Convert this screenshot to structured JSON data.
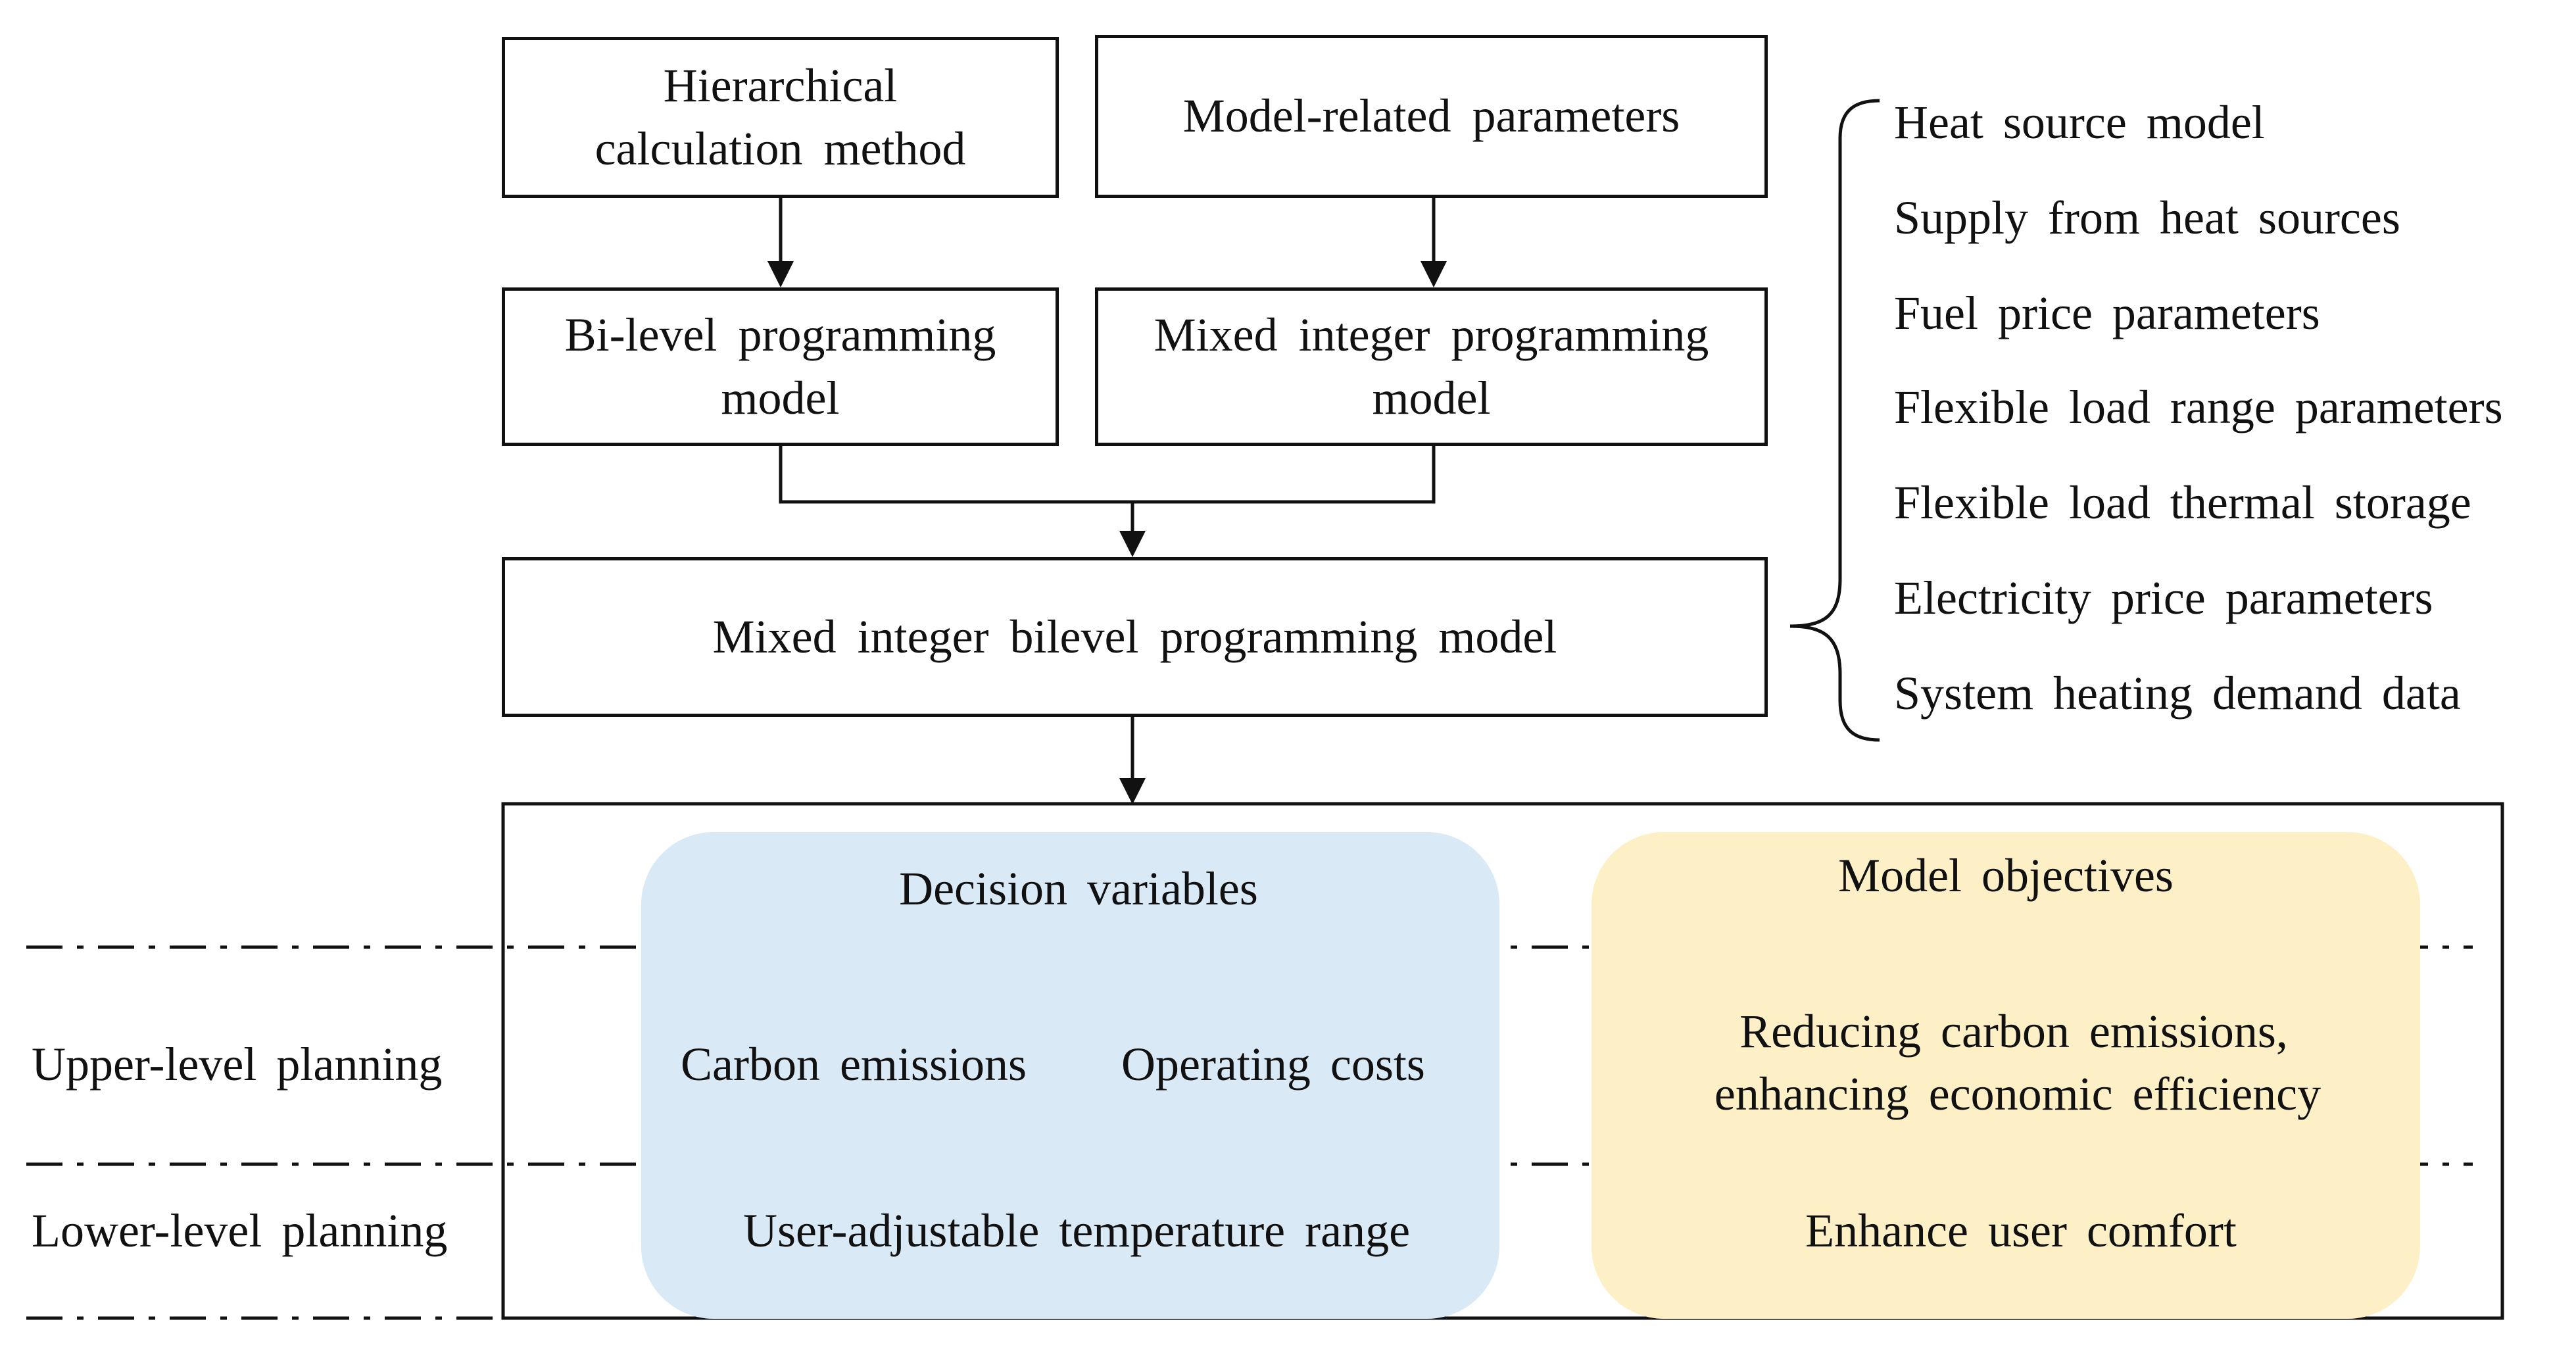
{
  "boxes": {
    "hierarchical_line1": "Hierarchical",
    "hierarchical_line2": "calculation method",
    "model_related": "Model-related parameters",
    "bilevel_line1": "Bi-level programming",
    "bilevel_line2": "model",
    "mip_line1": "Mixed integer programming",
    "mip_line2": "model",
    "mibp": "Mixed integer bilevel programming model"
  },
  "parameters": [
    "Heat source model",
    "Supply from heat sources",
    "Fuel price parameters",
    "Flexible load range parameters",
    "Flexible load thermal storage",
    "Electricity price parameters",
    "System heating demand data"
  ],
  "table": {
    "rows": {
      "upper": "Upper-level planning",
      "lower": "Lower-level planning"
    },
    "decision": {
      "header": "Decision variables",
      "upper_left": "Carbon emissions",
      "upper_right": "Operating costs",
      "lower": "User-adjustable temperature range"
    },
    "objectives": {
      "header": "Model objectives",
      "upper_line1": "Reducing carbon emissions,",
      "upper_line2": "enhancing economic efficiency",
      "lower": "Enhance user comfort"
    }
  },
  "colors": {
    "decision_panel": "#dae9f6",
    "objectives_panel": "#fdefc6",
    "line": "#111111"
  }
}
